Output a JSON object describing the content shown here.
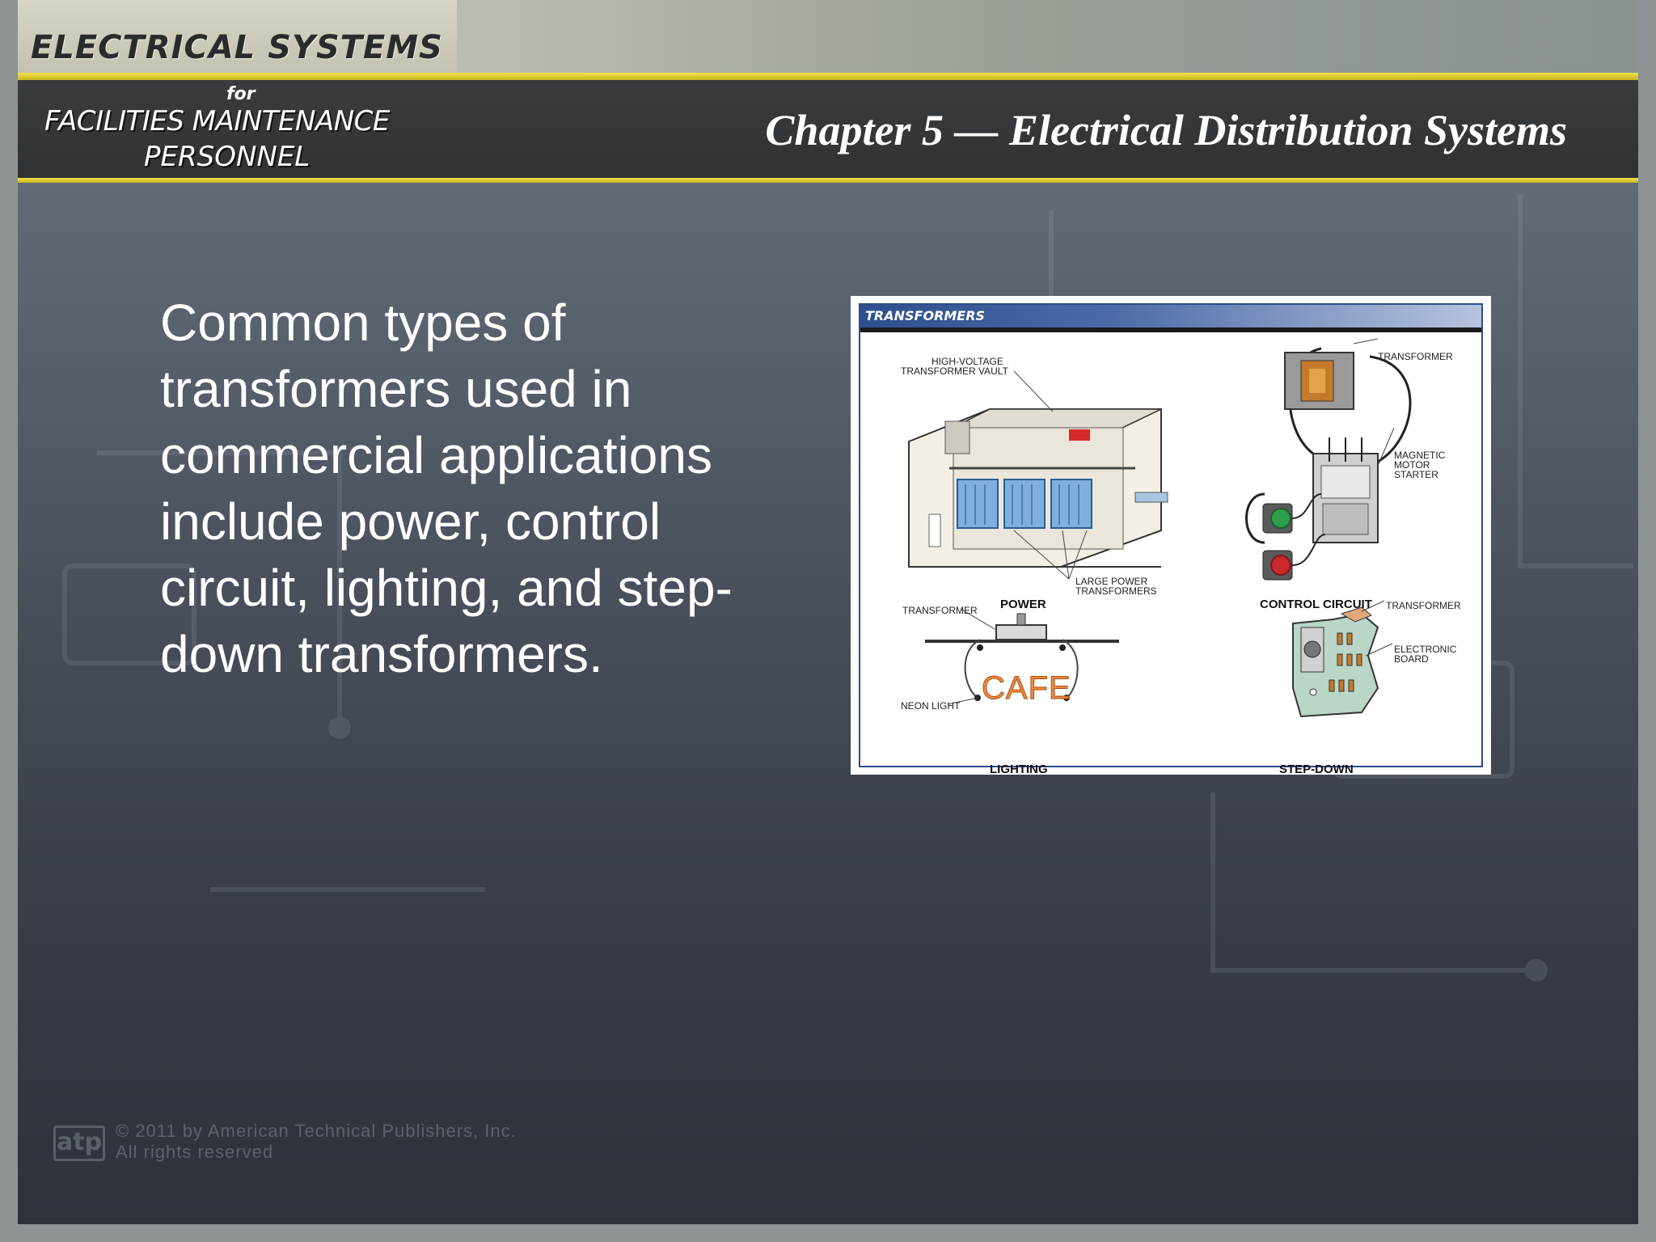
{
  "header": {
    "brand_line1": "ELECTRICAL SYSTEMS",
    "brand_line2": "for",
    "brand_line3": "FACILITIES MAINTENANCE",
    "brand_line4": "PERSONNEL",
    "chapter_title": "Chapter 5 — Electrical Distribution Systems"
  },
  "main": {
    "text_lines": [
      "Common types of",
      "transformers used in",
      "commercial applications",
      "include power, control",
      "circuit, lighting, and step-",
      "down transformers."
    ]
  },
  "figure": {
    "title": "TRANSFORMERS",
    "labels": {
      "high_voltage_vault_1": "HIGH-VOLTAGE",
      "high_voltage_vault_2": "TRANSFORMER VAULT",
      "large_power_1": "LARGE POWER",
      "large_power_2": "TRANSFORMERS",
      "power": "POWER",
      "control_transformer": "TRANSFORMER",
      "magnetic_1": "MAGNETIC",
      "magnetic_2": "MOTOR",
      "magnetic_3": "STARTER",
      "control_circuit": "CONTROL CIRCUIT",
      "lighting_transformer": "TRANSFORMER",
      "neon_light": "NEON LIGHT",
      "cafe_sign": "CAFE",
      "lighting": "LIGHTING",
      "stepdown_transformer": "TRANSFORMER",
      "electronic_1": "ELECTRONIC",
      "electronic_2": "BOARD",
      "step_down": "STEP-DOWN"
    },
    "colors": {
      "header_blue": "#2e4f8e",
      "transformer_blue": "#7fb0dc",
      "neon_orange": "#f08a3c",
      "button_green": "#2f9e4a",
      "button_red": "#c8282e"
    }
  },
  "footer": {
    "logo_text": "atp",
    "copyright_line1": "© 2011 by American Technical Publishers, Inc.",
    "copyright_line2": "All rights reserved"
  },
  "theme": {
    "accent_yellow": "#f2e24a",
    "text_white": "#ffffff"
  }
}
